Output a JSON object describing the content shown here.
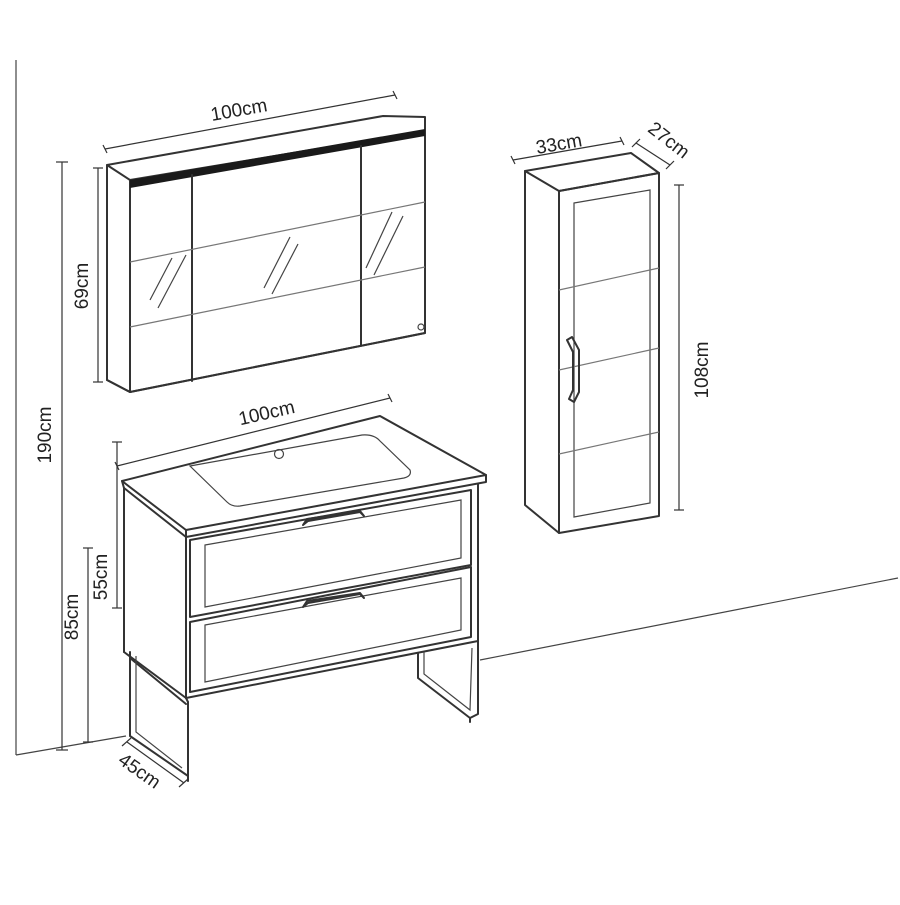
{
  "colors": {
    "line": "#333333",
    "background": "#ffffff",
    "led_strip": "#1a1a1a"
  },
  "dimensions": {
    "total_height": "190cm",
    "mirror_width": "100cm",
    "mirror_height": "69cm",
    "vanity_width": "100cm",
    "vanity_body_height": "55cm",
    "vanity_total_height": "85cm",
    "vanity_depth": "45cm",
    "tall_cabinet_width": "33cm",
    "tall_cabinet_depth": "27cm",
    "tall_cabinet_height": "108cm"
  }
}
